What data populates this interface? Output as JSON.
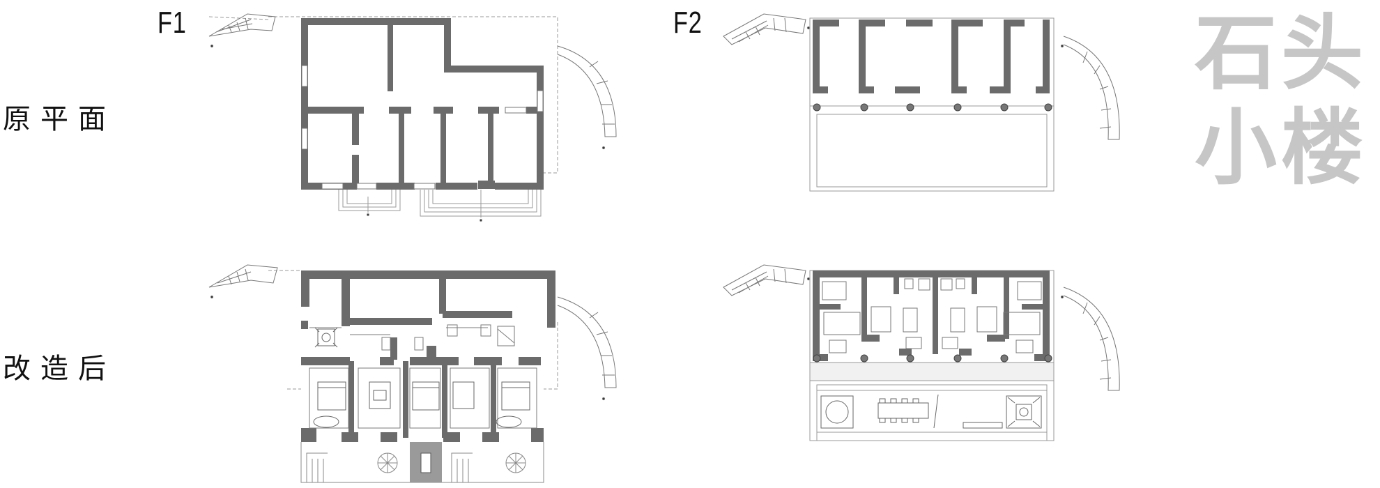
{
  "labels": {
    "floor_1": "F1",
    "floor_2": "F2",
    "row_original": "原平面",
    "row_renovated": "改造后",
    "title_line1": "石头",
    "title_line2": "小楼"
  },
  "colors": {
    "wall": "#6b6b6b",
    "line": "#8a8a8a",
    "title": "#c6c6c6"
  }
}
